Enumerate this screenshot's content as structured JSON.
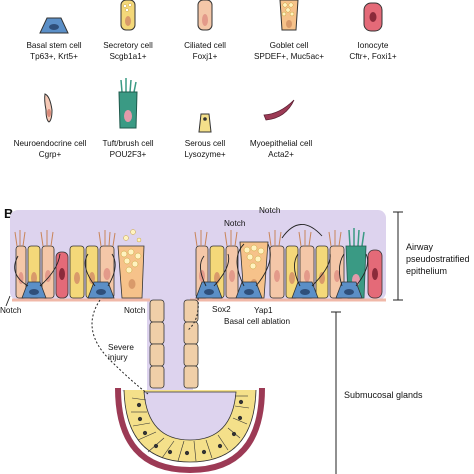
{
  "panel_b_label": "B",
  "legend": [
    {
      "id": "basal",
      "name": "Basal stem cell",
      "markers": "Tp63+, Krt5+",
      "color": "#5b8fc7"
    },
    {
      "id": "secretory",
      "name": "Secretory cell",
      "markers": "Scgb1a1+",
      "color": "#f4d879"
    },
    {
      "id": "ciliated",
      "name": "Ciliated cell",
      "markers": "Foxj1+",
      "color": "#f4c7a8"
    },
    {
      "id": "goblet",
      "name": "Goblet cell",
      "markers": "SPDEF+, Muc5ac+",
      "color": "#f6c28a"
    },
    {
      "id": "ionocyte",
      "name": "Ionocyte",
      "markers": "Cftr+, Foxi1+",
      "color": "#e46a78"
    },
    {
      "id": "neuroendocrine",
      "name": "Neuroendocrine cell",
      "markers": "Cgrp+",
      "color": "#f6c9b6"
    },
    {
      "id": "tuft",
      "name": "Tuft/brush cell",
      "markers": "POU2F3+",
      "color": "#3a9a84"
    },
    {
      "id": "serous",
      "name": "Serous cell",
      "markers": "Lysozyme+",
      "color": "#f4e08a"
    },
    {
      "id": "myoepithelial",
      "name": "Myoepithelial cell",
      "markers": "Acta2+",
      "color": "#9c3a55"
    }
  ],
  "annotations": {
    "notch_left": "Notch",
    "notch_mid": "Notch",
    "notch_top1": "Notch",
    "notch_top2": "Notch",
    "sox2": "Sox2",
    "yap1": "Yap1",
    "basal_ablation": "Basal cell ablation",
    "severe_injury_1": "Severe",
    "severe_injury_2": "injury"
  },
  "regions": {
    "airway_1": "Airway",
    "airway_2": "pseudostratified",
    "airway_3": "epithelium",
    "submucosal": "Submucosal glands"
  },
  "colors": {
    "lumen": "#ddd3ee",
    "basal": "#5b8fc7",
    "secretory": "#f4d879",
    "ciliated": "#f4c7a8",
    "goblet": "#f6c28a",
    "ionocyte": "#e46a78",
    "tuft": "#3a9a84",
    "myoepithelial": "#9c3a55",
    "duct": "#f0cfa8"
  }
}
